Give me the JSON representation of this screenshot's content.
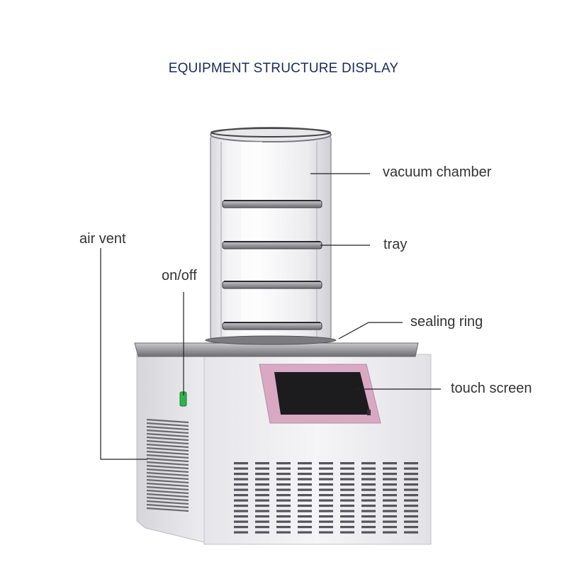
{
  "title": "EQUIPMENT STRUCTURE DISPLAY",
  "labels": {
    "vacuum_chamber": "vacuum chamber",
    "tray": "tray",
    "sealing_ring": "sealing ring",
    "touch_screen": "touch screen",
    "air_vent": "air vent",
    "on_off": "on/off"
  },
  "colors": {
    "title": "#1a2a5a",
    "screen_frame": "#d9a9c4",
    "switch": "#2db34a"
  }
}
